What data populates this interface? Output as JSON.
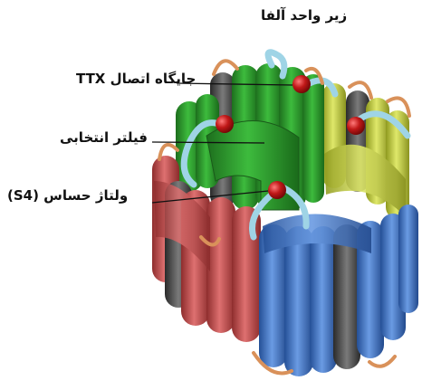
{
  "labels": {
    "alpha_subunit": "زیر واحد آلفا",
    "ttx_site": "جایگاه اتصال TTX",
    "selectivity_filter": "فیلتر انتخابی",
    "voltage_sensor": "ولتاژ حساس (S4)"
  },
  "colors": {
    "domain_green": "#2f9e2f",
    "domain_yellow": "#c9d23a",
    "domain_red": "#c94b4b",
    "domain_blue": "#3f72c6",
    "s4_gray": "#4a4a4a",
    "loop_cyan": "#9fd4e6",
    "loop_orange": "#d9915a",
    "binding_site_red": "#b81414"
  }
}
